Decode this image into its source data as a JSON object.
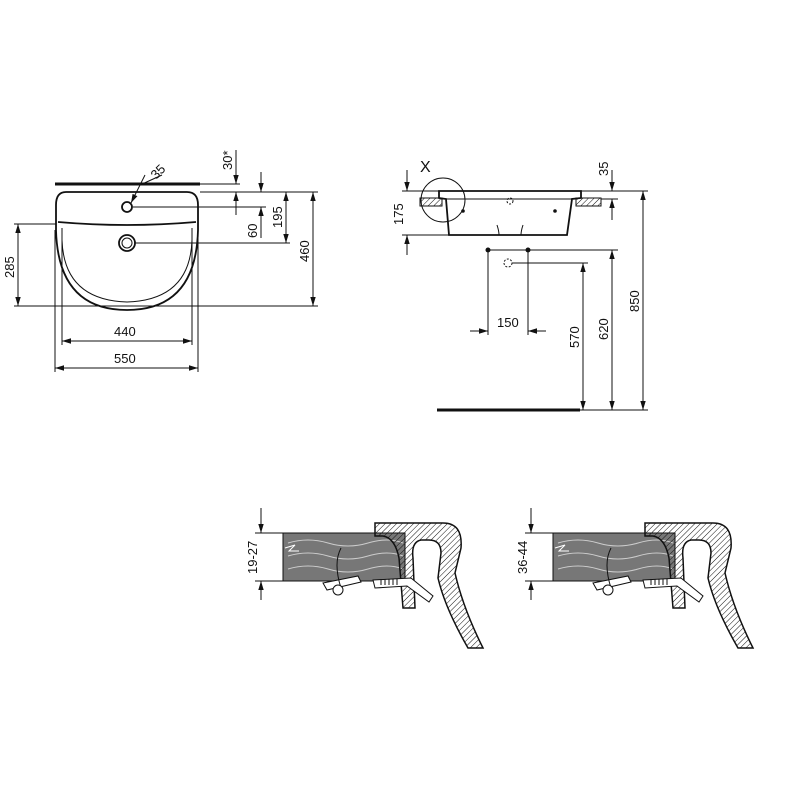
{
  "front_view": {
    "tap_hole_diameter": "35",
    "tap_hole_offset_top": "30*",
    "tap_hole_offset": "60",
    "drain_offset": "195",
    "depth_total": "460",
    "bowl_depth": "285",
    "bowl_width": "440",
    "overall_width": "550"
  },
  "side_view": {
    "detail_marker": "X",
    "height": "175",
    "rim_thickness": "35",
    "fixing_spacing": "150",
    "waste_height": "570",
    "fixing_height": "620",
    "top_height": "850"
  },
  "details": [
    {
      "label": "19-27"
    },
    {
      "label": "36-44"
    }
  ]
}
